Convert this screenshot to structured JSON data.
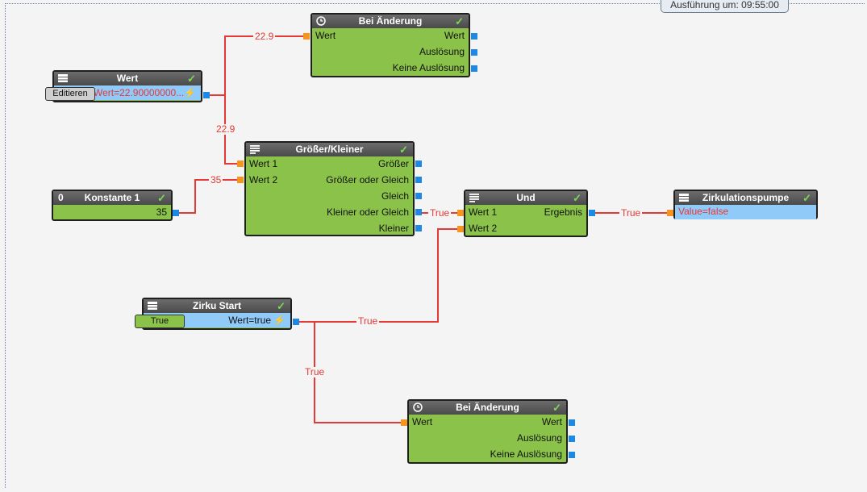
{
  "status": {
    "execution": "Ausführung um: 09:55:00"
  },
  "colors": {
    "wire": "#e53935",
    "node_body": "#8bc34a",
    "header": "#555555",
    "value_bar": "#90caf9",
    "port_in": "#f7941d",
    "port_out": "#1e88e5"
  },
  "nodes": {
    "bei_aenderung_1": {
      "title": "Bei Änderung",
      "icon": "clock-icon",
      "input_wert": "Wert",
      "out_wert": "Wert",
      "out_ausloesung": "Auslösung",
      "out_keine": "Keine Auslösung"
    },
    "wert": {
      "title": "Wert",
      "icon": "list-icon",
      "edit_button": "Editieren",
      "value": "Wert=22.90000000..."
    },
    "groesser_kleiner": {
      "title": "Größer/Kleiner",
      "icon": "lines-icon",
      "in_wert1": "Wert 1",
      "in_wert2": "Wert 2",
      "out_groesser": "Größer",
      "out_groesser_gleich": "Größer oder Gleich",
      "out_gleich": "Gleich",
      "out_kleiner_gleich": "Kleiner oder Gleich",
      "out_kleiner": "Kleiner"
    },
    "konstante": {
      "title": "Konstante 1",
      "prefix": "0",
      "value": "35"
    },
    "und": {
      "title": "Und",
      "icon": "lines-icon",
      "in_wert1": "Wert 1",
      "in_wert2": "Wert 2",
      "out_ergebnis": "Ergebnis"
    },
    "zirkulationspumpe": {
      "title": "Zirkulationspumpe",
      "icon": "list-icon",
      "value": "Value=false"
    },
    "zirku_start": {
      "title": "Zirku Start",
      "icon": "list-icon",
      "toggle_button": "True",
      "value": "Wert=true"
    },
    "bei_aenderung_2": {
      "title": "Bei Änderung",
      "icon": "clock-icon",
      "input_wert": "Wert",
      "out_wert": "Wert",
      "out_ausloesung": "Auslösung",
      "out_keine": "Keine Auslösung"
    }
  },
  "wire_labels": {
    "wert_to_change1": "22.9",
    "wert_to_compare": "22.9",
    "const_to_compare": "35",
    "compare_to_und": "True",
    "und_to_pump": "True",
    "start_to_und": "True",
    "start_to_change2": "True"
  }
}
